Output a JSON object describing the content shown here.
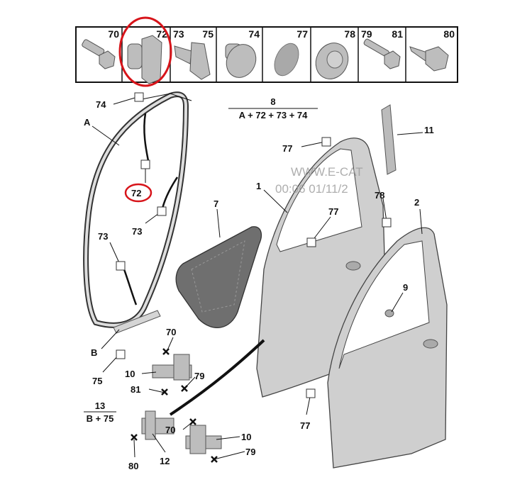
{
  "parts_row": {
    "cells": [
      {
        "labels": [
          "70"
        ],
        "icon": "screw"
      },
      {
        "labels": [
          "72"
        ],
        "icon": "clip",
        "highlighted": true
      },
      {
        "labels": [
          "73",
          "75"
        ],
        "icon": "clip"
      },
      {
        "labels": [
          "74"
        ],
        "icon": "push-rivet"
      },
      {
        "labels": [
          "77"
        ],
        "icon": "plug"
      },
      {
        "labels": [
          "78"
        ],
        "icon": "grommet"
      },
      {
        "labels": [
          "79",
          "81"
        ],
        "icon": "screw"
      },
      {
        "labels": [
          "80"
        ],
        "icon": "screw"
      }
    ]
  },
  "callouts": {
    "c74": "74",
    "cA": "A",
    "c72": "72",
    "c73a": "73",
    "c73b": "73",
    "cB": "B",
    "c75": "75",
    "c8": "8",
    "c8_formula": "A + 72 + 73 + 74",
    "c77a": "77",
    "c11": "11",
    "c1": "1",
    "c7": "7",
    "c77b": "77",
    "c78": "78",
    "c2": "2",
    "c9": "9",
    "c70a": "70",
    "c10a": "10",
    "c79a": "79",
    "c81": "81",
    "c13": "13",
    "c13_formula": "B + 75",
    "c70b": "70",
    "c10b": "10",
    "c79b": "79",
    "c77c": "77",
    "c12": "12",
    "c80": "80"
  },
  "watermark": {
    "line1": "WWW.E-CAT",
    "line2": "00:06 01/11/2"
  },
  "colors": {
    "highlight": "#d7141a",
    "part_fill": "#c9c9c9"
  }
}
